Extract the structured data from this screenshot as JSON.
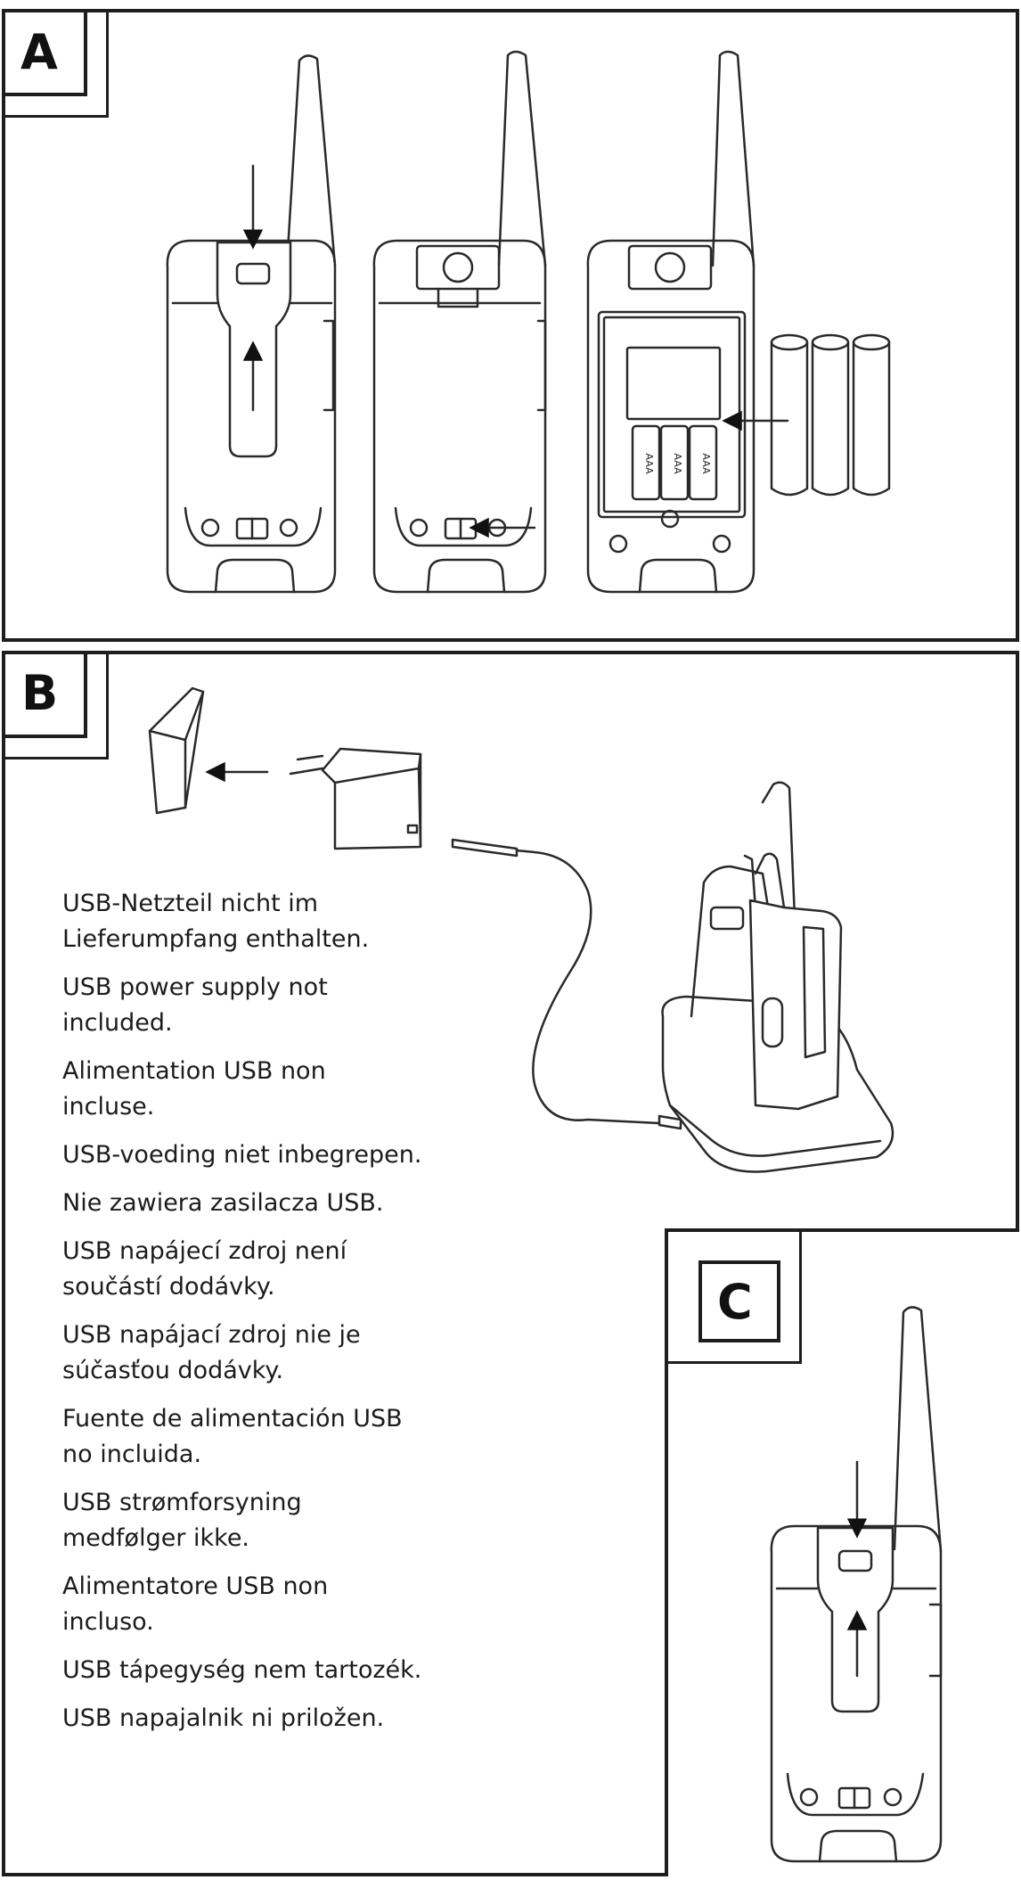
{
  "panels": [
    {
      "label": "A"
    },
    {
      "label": "B"
    },
    {
      "label": "C"
    }
  ],
  "battery_markings": [
    "AAA",
    "AAA",
    "AAA"
  ],
  "notes": [
    "USB-Netzteil nicht im\nLieferumpfang enthalten.",
    "USB power supply not\nincluded.",
    "Alimentation USB non\nincluse.",
    "USB-voeding niet inbegrepen.",
    "Nie zawiera zasilacza USB.",
    "USB napájecí zdroj není\nsoučástí dodávky.",
    "USB napájací zdroj nie je\nsúčasťou dodávky.",
    "Fuente de alimentación USB\nno incluida.",
    "USB strømforsyning\nmedfølger ikke.",
    "Alimentatore USB non\nincluso.",
    "USB tápegység nem tartozék.",
    "USB napajalnik ni priložen."
  ]
}
